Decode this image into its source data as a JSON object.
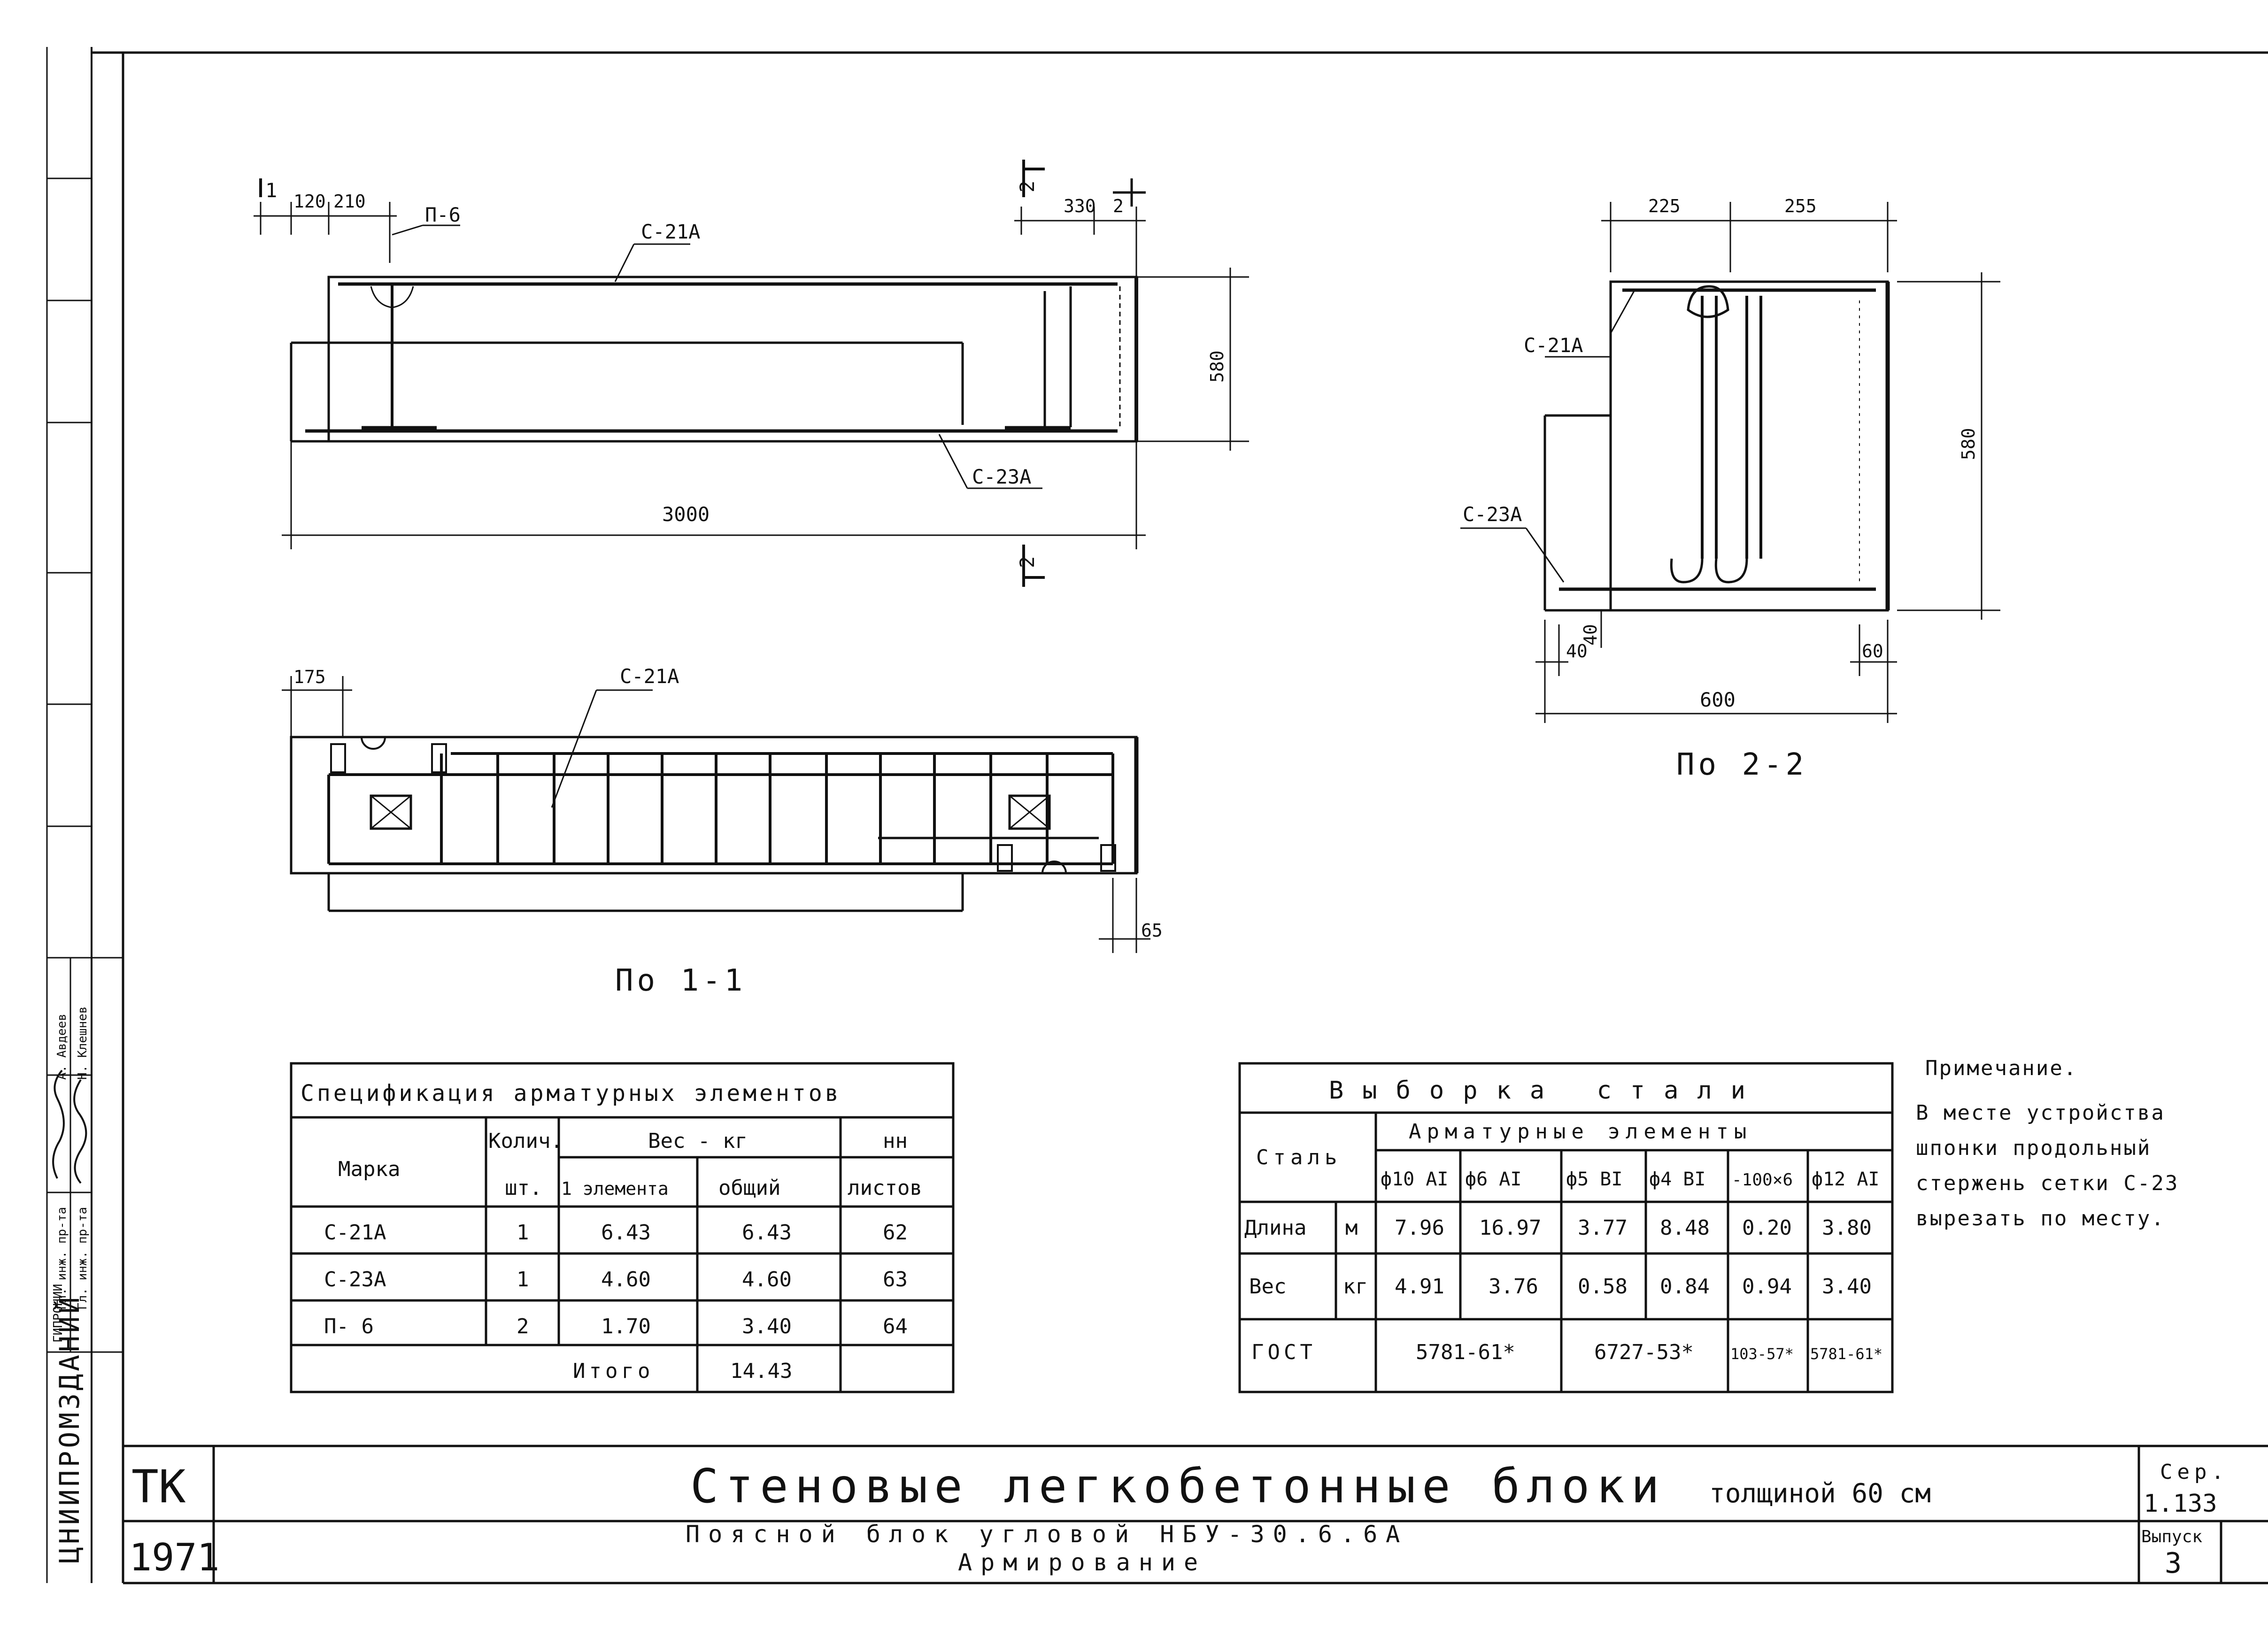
{
  "drawing": {
    "view_1": {
      "left_dims": [
        "120",
        "210"
      ],
      "right_dims": [
        "330",
        "2"
      ],
      "height": "580",
      "length": "3000",
      "marks": [
        "П-6",
        "С-21А",
        "С-23А"
      ],
      "cut_marks": [
        "1",
        "2",
        "2"
      ]
    },
    "view_2": {
      "top_dims": [
        "225",
        "255"
      ],
      "height": "580",
      "bottom_dims": [
        "40",
        "40",
        "60"
      ],
      "width": "600",
      "marks": [
        "С-21А",
        "С-23А"
      ],
      "caption": "По 2-2"
    },
    "view_3": {
      "left_dim": "175",
      "right_dim": "65",
      "mark": "С-21А",
      "caption": "По 1-1"
    }
  },
  "spec_table": {
    "title": "Спецификация арматурных элементов",
    "col_mark": "Марка",
    "col_qty": [
      "Колич.",
      "шт."
    ],
    "col_weight": "Вес - кг",
    "col_weight_one": "1 элемента",
    "col_weight_total": "общий",
    "col_sheets": [
      "нн",
      "листов"
    ],
    "rows": [
      {
        "mark": "С-21А",
        "qty": "1",
        "one": "6.43",
        "total": "6.43",
        "sheet": "62"
      },
      {
        "mark": "С-23А",
        "qty": "1",
        "one": "4.60",
        "total": "4.60",
        "sheet": "63"
      },
      {
        "mark": "П- 6",
        "qty": "2",
        "one": "1.70",
        "total": "3.40",
        "sheet": "64"
      }
    ],
    "total_label": "Итого",
    "total_value": "14.43"
  },
  "steel_table": {
    "title": "Выборка стали",
    "col_steel": "Сталь",
    "group": "Арматурные элементы",
    "cols": [
      "ф10 АI",
      "ф6 АI",
      "ф5 ВI",
      "ф4 ВI",
      "-100×6",
      "ф12 АI"
    ],
    "len_label": "Длина",
    "len_unit": "м",
    "len_values": [
      "7.96",
      "16.97",
      "3.77",
      "8.48",
      "0.20",
      "3.80"
    ],
    "wt_label": "Вес",
    "wt_unit": "кг",
    "wt_values": [
      "4.91",
      "3.76",
      "0.58",
      "0.84",
      "0.94",
      "3.40"
    ],
    "gost_label": "ГОСТ",
    "gost_values": [
      "5781-61*",
      "6727-53*",
      "103-57*",
      "5781-61*"
    ]
  },
  "note": {
    "title": "Примечание.",
    "lines": [
      "В месте устройства",
      "шпонки продольный",
      "стержень сетки С-23",
      "вырезать по месту."
    ]
  },
  "title_block": {
    "org": "ТК",
    "year": "1971",
    "title": "Стеновые легкобетонные блоки",
    "title_suffix": "толщиной 60 см",
    "subtitle": "Поясной блок угловой НБУ-30.6.6А",
    "subtitle2": "Армирование",
    "series_label": "Сер.",
    "series_value": "1.133",
    "issue_label": "Выпуск",
    "issue_value": "3"
  },
  "side_stamp": {
    "institute": "ЦНИИПРОМЗДАНИЙ",
    "dept": "ГИПРОНИИ",
    "roles": [
      "Гл. инж. пр-та",
      "Гл. инж. пр-та"
    ],
    "names": [
      "А. Авдеев",
      "Н. Клешнев"
    ]
  }
}
